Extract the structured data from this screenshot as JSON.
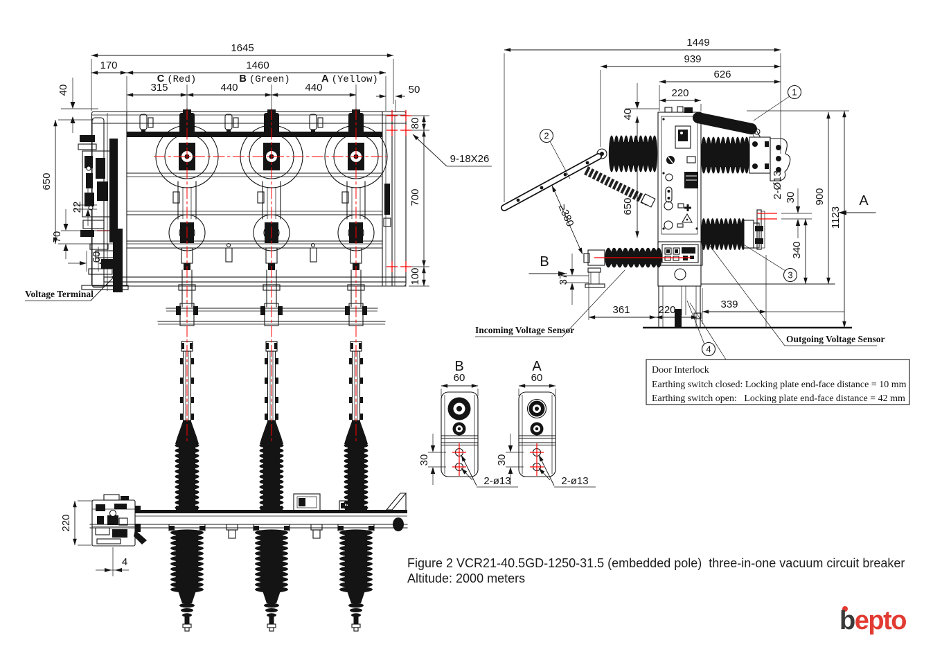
{
  "front_view": {
    "dims": {
      "d1645": "1645",
      "d170": "170",
      "d1460": "1460",
      "d315": "315",
      "d440a": "440",
      "d440b": "440",
      "d50": "50",
      "d40": "40",
      "d650": "650",
      "d22": "22",
      "d70": "70",
      "d60": "60",
      "d80": "80",
      "d700": "700",
      "d100": "100",
      "d220": "220",
      "d4": "4",
      "holes": "9-18X26"
    },
    "poles": [
      {
        "letter": "C",
        "color": "(Red)"
      },
      {
        "letter": "B",
        "color": "(Green)"
      },
      {
        "letter": "A",
        "color": "(Yellow)"
      }
    ],
    "voltage_terminal": "Voltage Terminal"
  },
  "side_view": {
    "dims": {
      "d1449": "1449",
      "d939": "939",
      "d626": "626",
      "d220": "220",
      "d40": "40",
      "d650": "650",
      "clearance": "≥380",
      "d37": "37",
      "d361": "361",
      "d220b": "220",
      "d339": "339",
      "holes": "2-Ø13",
      "d30": "30",
      "d340": "340",
      "d900": "900",
      "d1123": "1123"
    },
    "sections": {
      "a": "A",
      "b": "B"
    },
    "balloons": [
      "1",
      "2",
      "3",
      "4"
    ],
    "labels": {
      "incoming": "Incoming Voltage Sensor",
      "outgoing": "Outgoing Voltage Sensor"
    }
  },
  "details": {
    "b": {
      "title": "B",
      "width": "60",
      "pitch": "30",
      "holes": "2-ø13"
    },
    "a": {
      "title": "A",
      "width": "60",
      "pitch": "30",
      "holes": "2-ø13"
    }
  },
  "note": {
    "l1": "Door Interlock",
    "l2": "Earthing switch closed: Locking plate end-face distance = 10 mm",
    "l3": "Earthing switch open:   Locking plate end-face distance = 42 mm"
  },
  "caption": {
    "line1": "Figure 2 VCR21-40.5GD-1250-31.5 (embedded pole)  three-in-one vacuum circuit breaker",
    "line2": "Altitude: 2000 meters"
  },
  "logo": {
    "b": "b",
    "rest": "epto"
  },
  "colors": {
    "line": "#141414",
    "centerline": "#ff0000",
    "logo_dark": "#3a3a3a",
    "logo_red": "#e23b32",
    "bg": "#ffffff"
  }
}
